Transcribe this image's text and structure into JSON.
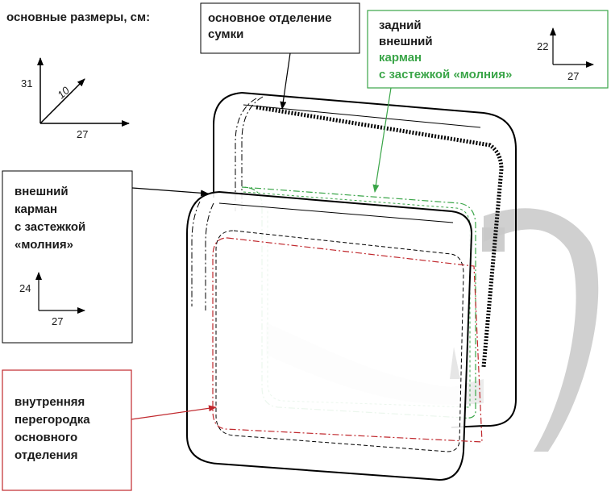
{
  "dimensions_title": "основные размеры, см:",
  "main_dims": {
    "height": "31",
    "depth": "10",
    "width": "27"
  },
  "main_compartment_label": [
    "основное отделение",
    "сумки"
  ],
  "back_pocket_label": [
    "задний",
    "внешний",
    "карман",
    "с застежкой «молния»"
  ],
  "back_pocket_dims": {
    "height": "22",
    "width": "27"
  },
  "front_pocket_label": [
    "внешний",
    "карман",
    "с застежкой",
    "«молния»"
  ],
  "front_pocket_dims": {
    "height": "24",
    "width": "27"
  },
  "partition_label": [
    "внутренняя",
    "перегородка",
    "основного",
    "отделения"
  ],
  "colors": {
    "outline": "#000000",
    "back_pocket_accent": "#3aa548",
    "partition_accent": "#c0282d",
    "strap": "#c8c8c8"
  }
}
